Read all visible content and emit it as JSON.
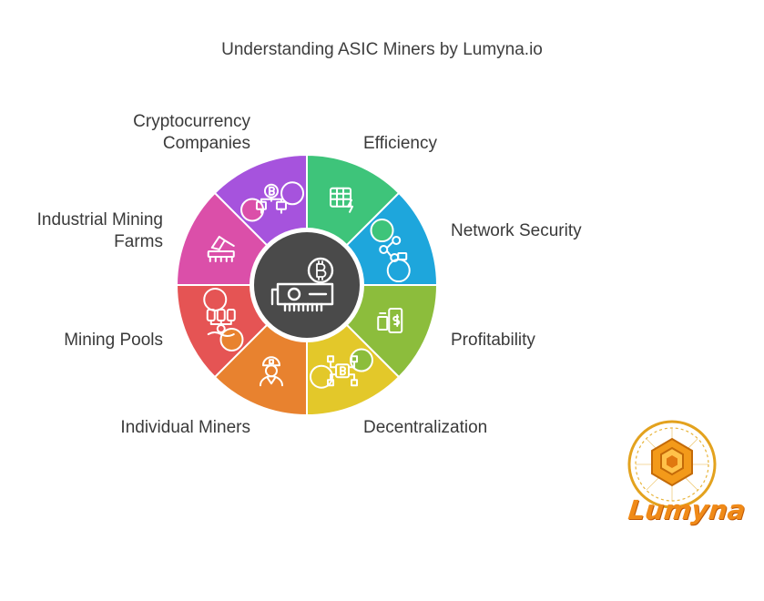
{
  "title": "Understanding ASIC Miners by Lumyna.io",
  "hub": {
    "icon": "bitcoin-asic-chip-icon"
  },
  "segments": [
    {
      "label": "Efficiency",
      "color": "#3ec47a",
      "icon": "spreadsheet-lightning-icon"
    },
    {
      "label": "Network Security",
      "color": "#1ea6dc",
      "icon": "network-lock-icon"
    },
    {
      "label": "Profitability",
      "color": "#8cbd3c",
      "icon": "phone-dollar-icon"
    },
    {
      "label": "Decentralization",
      "color": "#e3c82a",
      "icon": "bitcoin-network-icon"
    },
    {
      "label": "Individual Miners",
      "color": "#e8822f",
      "icon": "miner-person-icon"
    },
    {
      "label": "Mining Pools",
      "color": "#e55454",
      "icon": "database-pool-icon"
    },
    {
      "label": "Industrial Mining Farms",
      "color": "#db4fa9",
      "icon": "mining-drill-icon"
    },
    {
      "label": "Cryptocurrency Companies",
      "color": "#a653dd",
      "icon": "bitcoin-computers-icon"
    }
  ],
  "labels": {
    "cryptocurrency_companies": [
      "Cryptocurrency",
      "Companies"
    ],
    "industrial_mining_farms": [
      "Industrial Mining",
      "Farms"
    ]
  },
  "logo": {
    "text": "Lumyna",
    "icon": "lumyna-cube-logo-icon",
    "colors": [
      "#f59a1c",
      "#e6a91e",
      "#d07a10"
    ]
  }
}
